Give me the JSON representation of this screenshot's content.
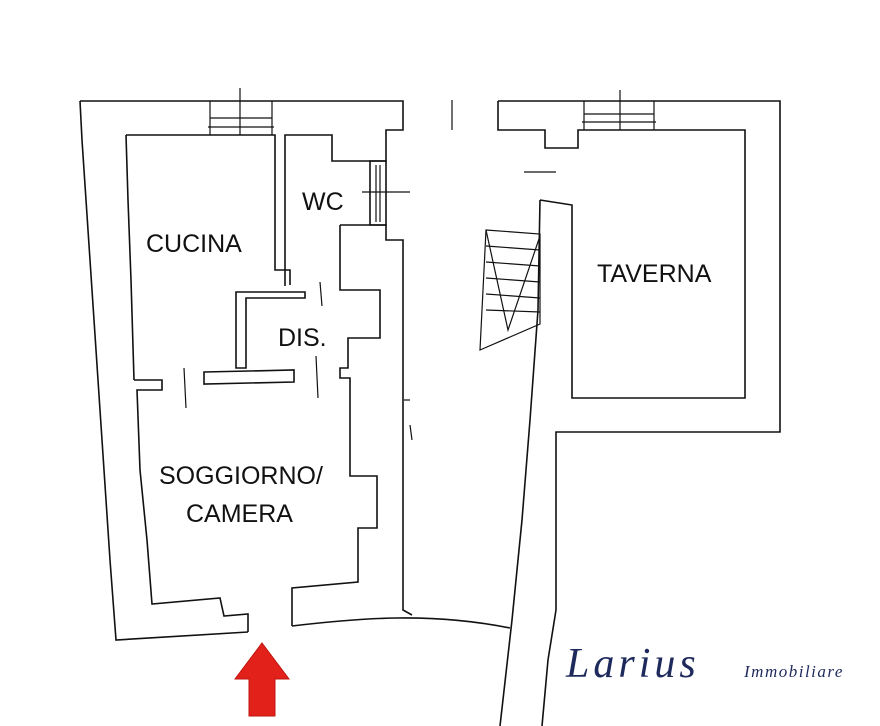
{
  "rooms": {
    "cucina": "CUCINA",
    "wc": "WC",
    "dis": "DIS.",
    "soggiorno_line1": "SOGGIORNO/",
    "soggiorno_line2": "CAMERA",
    "taverna": "TAVERNA"
  },
  "logo": {
    "name": "Larius",
    "tagline": "Immobiliare",
    "color": "#1f2a5c"
  },
  "entrance_arrow": {
    "icon": "up-arrow-icon",
    "color": "#e3211b"
  }
}
